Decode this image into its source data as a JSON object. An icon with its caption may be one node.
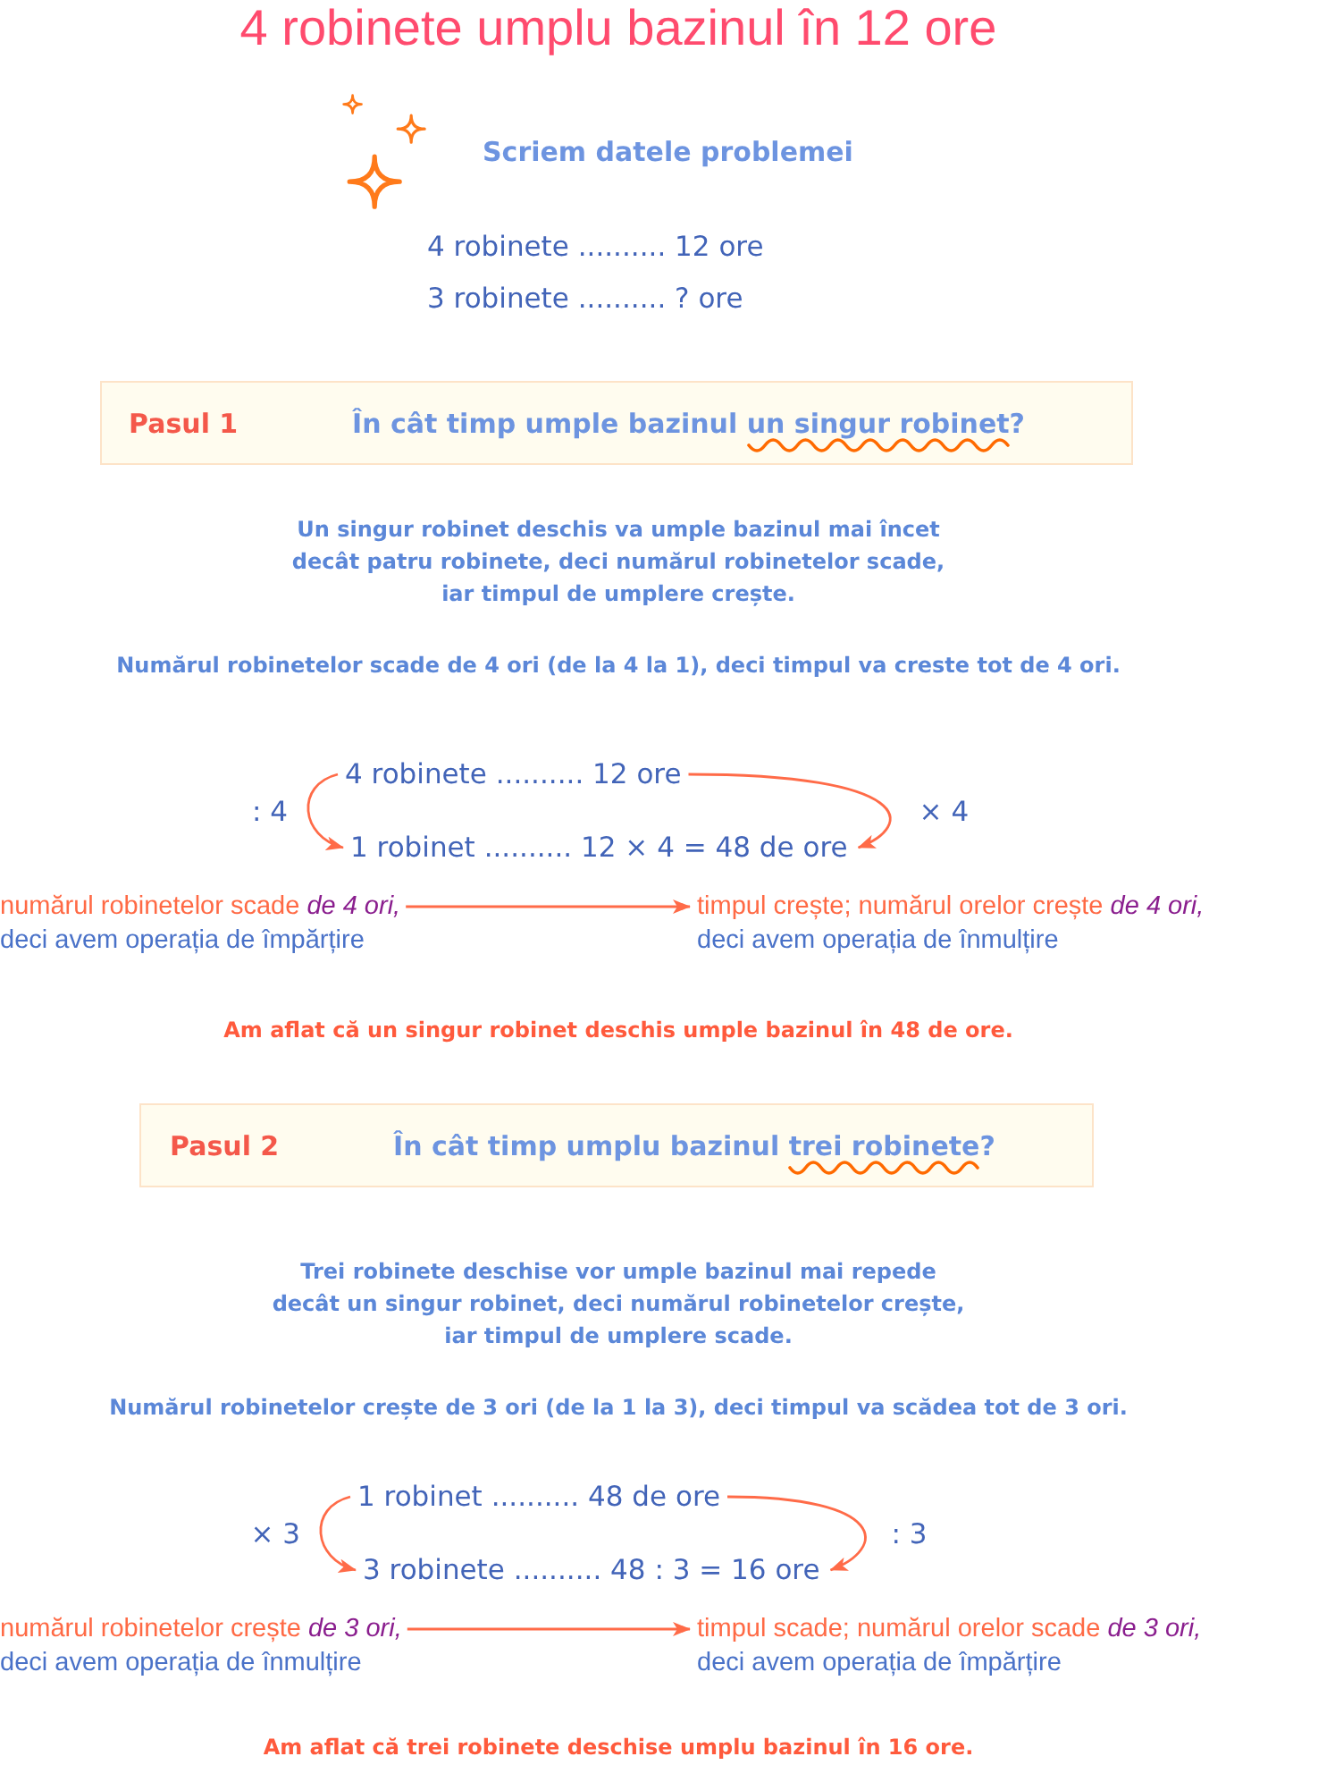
{
  "diagram": {
    "title": "4 robinete umplu bazinul în 12 ore",
    "nodes": [
      {
        "text": [
          "Pasul 1",
          "În cât timp umple bazinul un singur robinet?"
        ]
      },
      {
        "text": [
          "4 robinete .......... 12 ore"
        ]
      },
      {
        "text": [
          "1 robinet .......... 12 × 4 = 48 de ore"
        ]
      },
      {
        "text": [
          "numărul robinetelor scade *de 4 ori,*",
          "deci avem operația de împărțire"
        ]
      },
      {
        "text": [
          "timpul crește; numărul orelor crește *de 4 ori,*",
          "deci avem operația de înmulțire"
        ]
      },
      {
        "text": [
          "Pasul 2",
          "În cât timp umplu bazinul trei robinete?"
        ]
      },
      {
        "text": [
          "1 robinet .......... 48 de ore"
        ]
      },
      {
        "text": [
          "3 robinete .......... 48 : 3 = 16 ore"
        ]
      },
      {
        "text": [
          "numărul robinetelor crește *de 3 ori,*",
          "deci avem operația de înmulțire"
        ]
      },
      {
        "text": [
          "timpul scade; numărul orelor scade *de 3 ori,*",
          "deci avem operația de împărțire"
        ]
      }
    ],
    "edges": [
      {
        "from": 1,
        "to": 2,
        "arrow": "to",
        "label": ": 4"
      },
      {
        "from": 1,
        "to": 2,
        "arrow": "to",
        "label": "× 4"
      },
      {
        "from": 3,
        "to": 4,
        "arrow": "to"
      },
      {
        "from": 6,
        "to": 7,
        "arrow": "to",
        "label": "× 3"
      },
      {
        "from": 6,
        "to": 7,
        "arrow": "to",
        "label": ": 3"
      },
      {
        "from": 8,
        "to": 9,
        "arrow": "to"
      }
    ],
    "labels": [
      "Scriem datele problemei",
      "4 robinete .......... 12 ore",
      "3 robinete .......... ? ore",
      "Un singur robinet deschis va umple bazinul mai încet decât patru robinete, deci numărul robinetelor scade, iar timpul de umplere crește.",
      "Numărul robinetelor scade de 4 ori (de la 4 la 1), deci timpul va creste tot de 4 ori.",
      "Am aflat că un singur robinet deschis umple bazinul în 48 de ore.",
      "Trei robinete deschise vor umple bazinul mai repede decât un singur robinet, deci numărul robinetelor crește, iar timpul de umplere scade.",
      "Numărul robinetelor crește de 3 ori (de la 1 la 3), deci timpul va scădea tot de 3 ori.",
      "Am aflat că trei robinete deschise umplu bazinul în 16 ore."
    ]
  }
}
